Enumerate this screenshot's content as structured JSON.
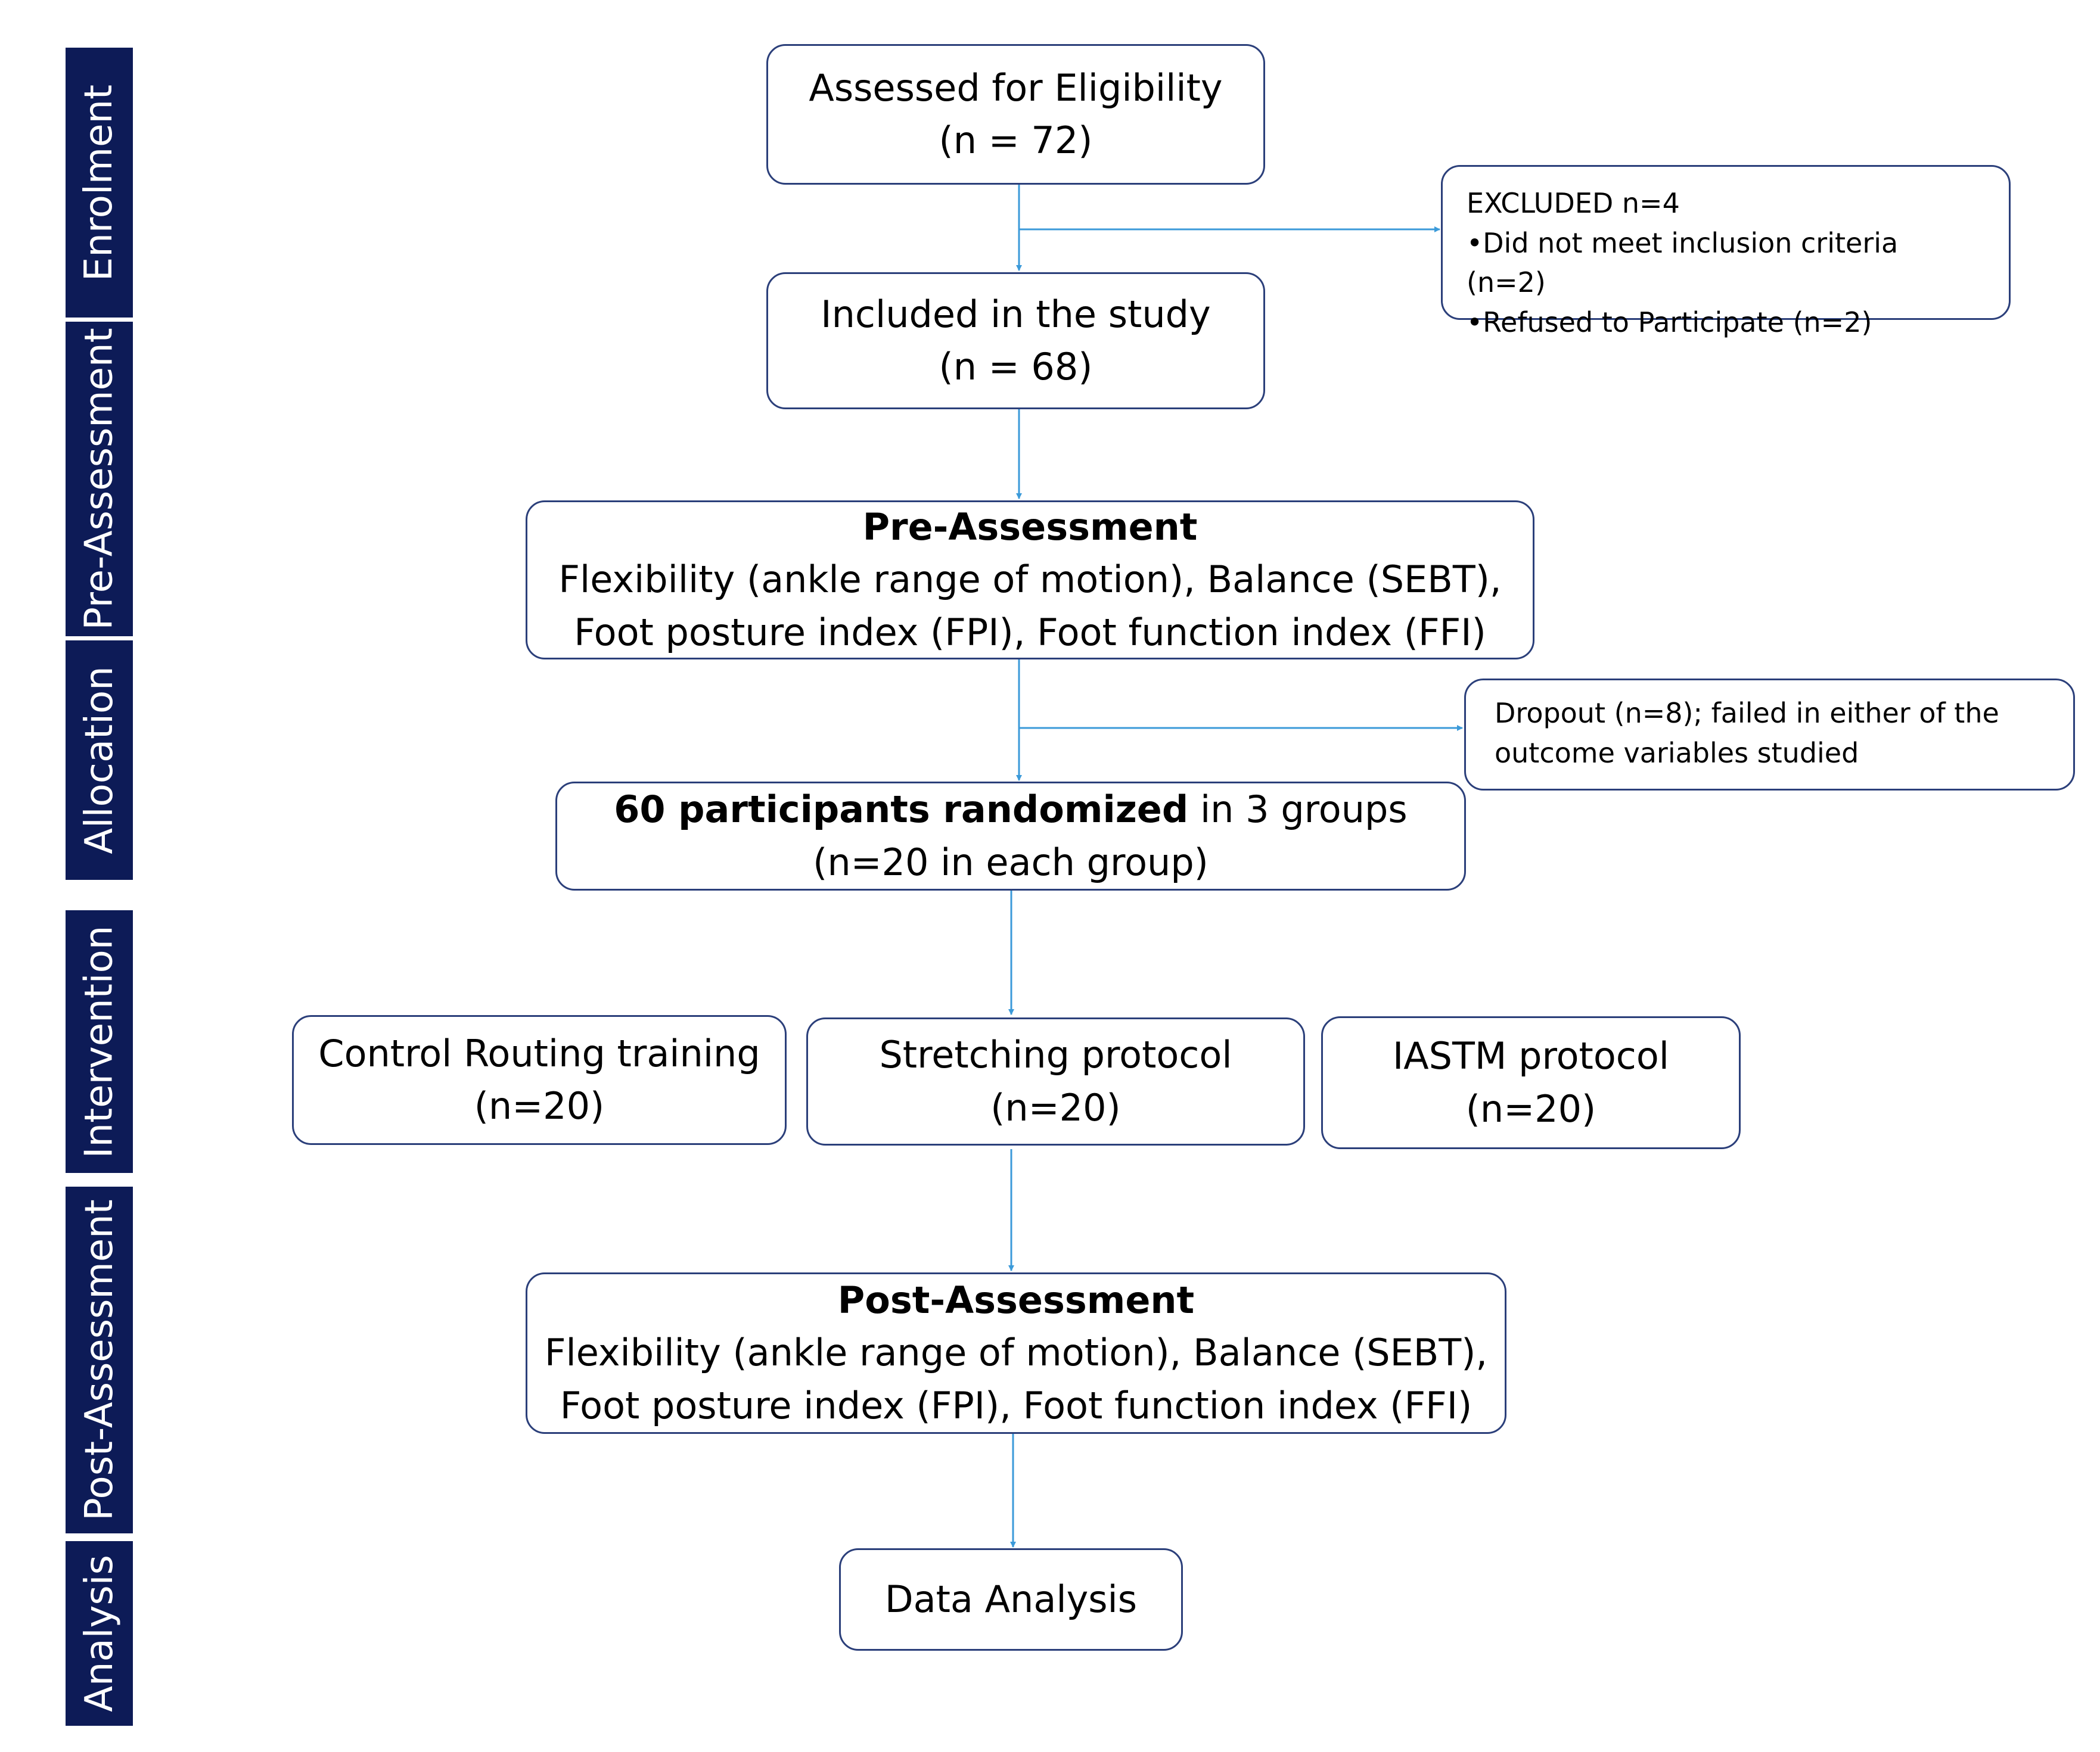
{
  "phases": [
    "Enrolment",
    "Pre-Assessment",
    "Allocation",
    "Intervention",
    "Post-Assessment",
    "Analysis"
  ],
  "boxes": {
    "eligibility": {
      "line1": "Assessed for Eligibility",
      "line2": "(n = 72)"
    },
    "excluded": {
      "title": "EXCLUDED n=4",
      "items": [
        "Did not meet inclusion criteria (n=2)",
        "Refused to Participate (n=2)"
      ]
    },
    "included": {
      "line1": "Included in the study",
      "line2": "(n = 68)"
    },
    "pre_assessment": {
      "title": "Pre-Assessment",
      "line2": "Flexibility (ankle range of motion), Balance (SEBT),",
      "line3": "Foot posture index (FPI), Foot function index (FFI)"
    },
    "dropout": {
      "line1": "Dropout (n=8); failed in either of the",
      "line2": "outcome variables studied"
    },
    "randomized": {
      "bold": "60 participants randomized",
      "rest": " in 3 groups",
      "line2": "(n=20 in each group)"
    },
    "groups": [
      {
        "label": "Control Routing training",
        "n": "(n=20)"
      },
      {
        "label": "Stretching protocol",
        "n": "(n=20)"
      },
      {
        "label": "IASTM protocol",
        "n": "(n=20)"
      }
    ],
    "post_assessment": {
      "title": "Post-Assessment",
      "line2": "Flexibility (ankle range of motion), Balance (SEBT),",
      "line3": "Foot posture index (FPI), Foot function index (FFI)"
    },
    "analysis": {
      "label": "Data Analysis"
    }
  },
  "colors": {
    "phase_bar": "#0d1b57",
    "box_border": "#2b3f7a",
    "arrow": "#3b9ad9"
  }
}
